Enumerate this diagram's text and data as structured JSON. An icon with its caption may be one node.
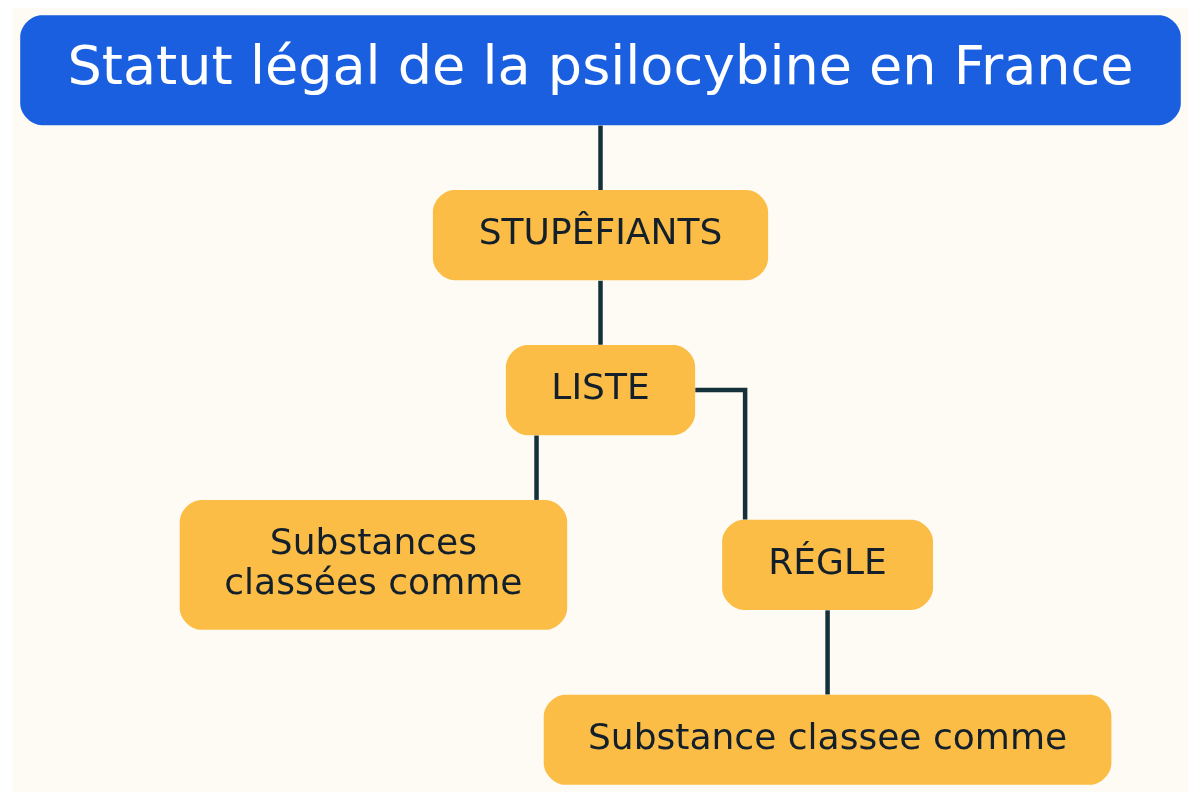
{
  "diagram": {
    "nodes": [
      {
        "text": [
          "Statut légal de la psilocybine en France"
        ]
      },
      {
        "text": [
          "STUPÊFIANTS"
        ]
      },
      {
        "text": [
          "LISTE"
        ]
      },
      {
        "text": [
          "Substances",
          "classées comme"
        ]
      },
      {
        "text": [
          "RÉGLE"
        ]
      },
      {
        "text": [
          "Substance classee comme"
        ]
      }
    ],
    "edges": [
      {
        "from": 0,
        "to": 1,
        "arrow": "none"
      },
      {
        "from": 1,
        "to": 2,
        "arrow": "none"
      },
      {
        "from": 2,
        "to": 3,
        "arrow": "none"
      },
      {
        "from": 2,
        "to": 4,
        "arrow": "none"
      },
      {
        "from": 4,
        "to": 5,
        "arrow": "none"
      }
    ]
  }
}
